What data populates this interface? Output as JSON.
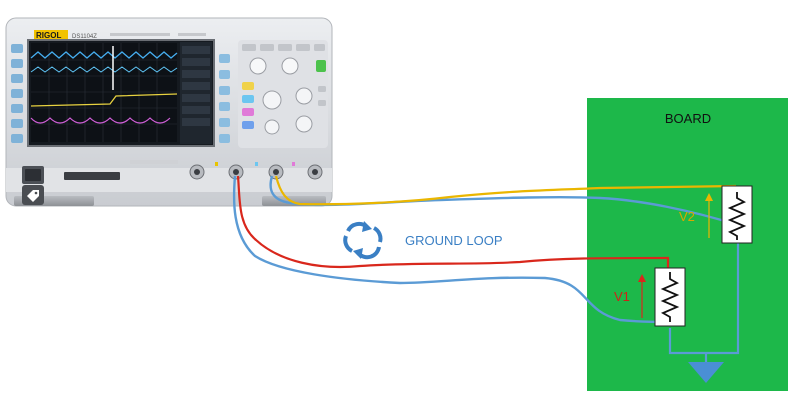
{
  "scope": {
    "brand": "RIGOL",
    "model": "DS1104Z"
  },
  "board": {
    "label": "BOARD",
    "color": "#1db84a"
  },
  "ground_loop": {
    "label": "GROUND LOOP",
    "color": "#3a7fc4"
  },
  "probes": {
    "v1": {
      "label": "V1",
      "color": "#d9271c"
    },
    "v2": {
      "label": "V2",
      "color": "#e8b400"
    }
  },
  "ground_wire_color": "#5b9bd5",
  "icons": [
    "tag-icon",
    "circular-arrows-icon",
    "resistor-icon",
    "ground-symbol-icon"
  ]
}
